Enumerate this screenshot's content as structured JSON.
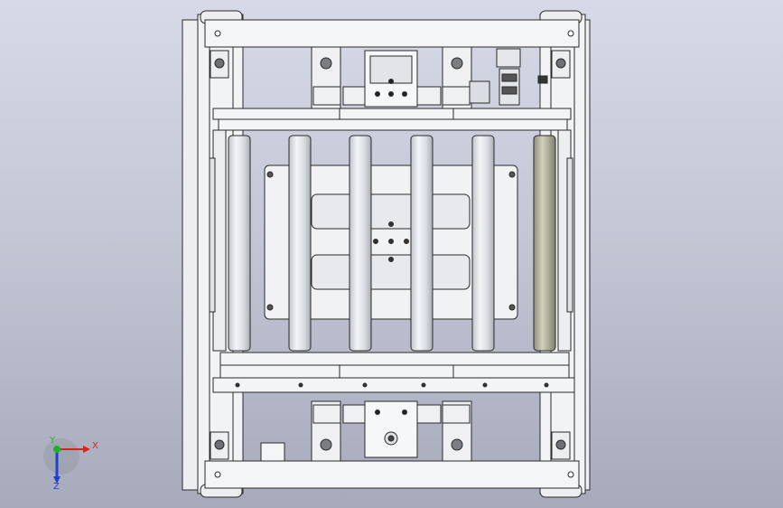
{
  "viewport": {
    "background_top": "#d6d9e6",
    "background_bottom": "#a7aabb",
    "line_color": "#2a2a2a",
    "metal_fill": "#eceef0",
    "roller_fill": "#dfe3e8",
    "highlight_roller_fill": "#b9b8a2"
  },
  "coordinate_triad": {
    "x_label": "X",
    "y_label": "Y",
    "z_label": "Z",
    "x_color": "#e02020",
    "y_color": "#20b020",
    "z_color": "#2040d0"
  }
}
